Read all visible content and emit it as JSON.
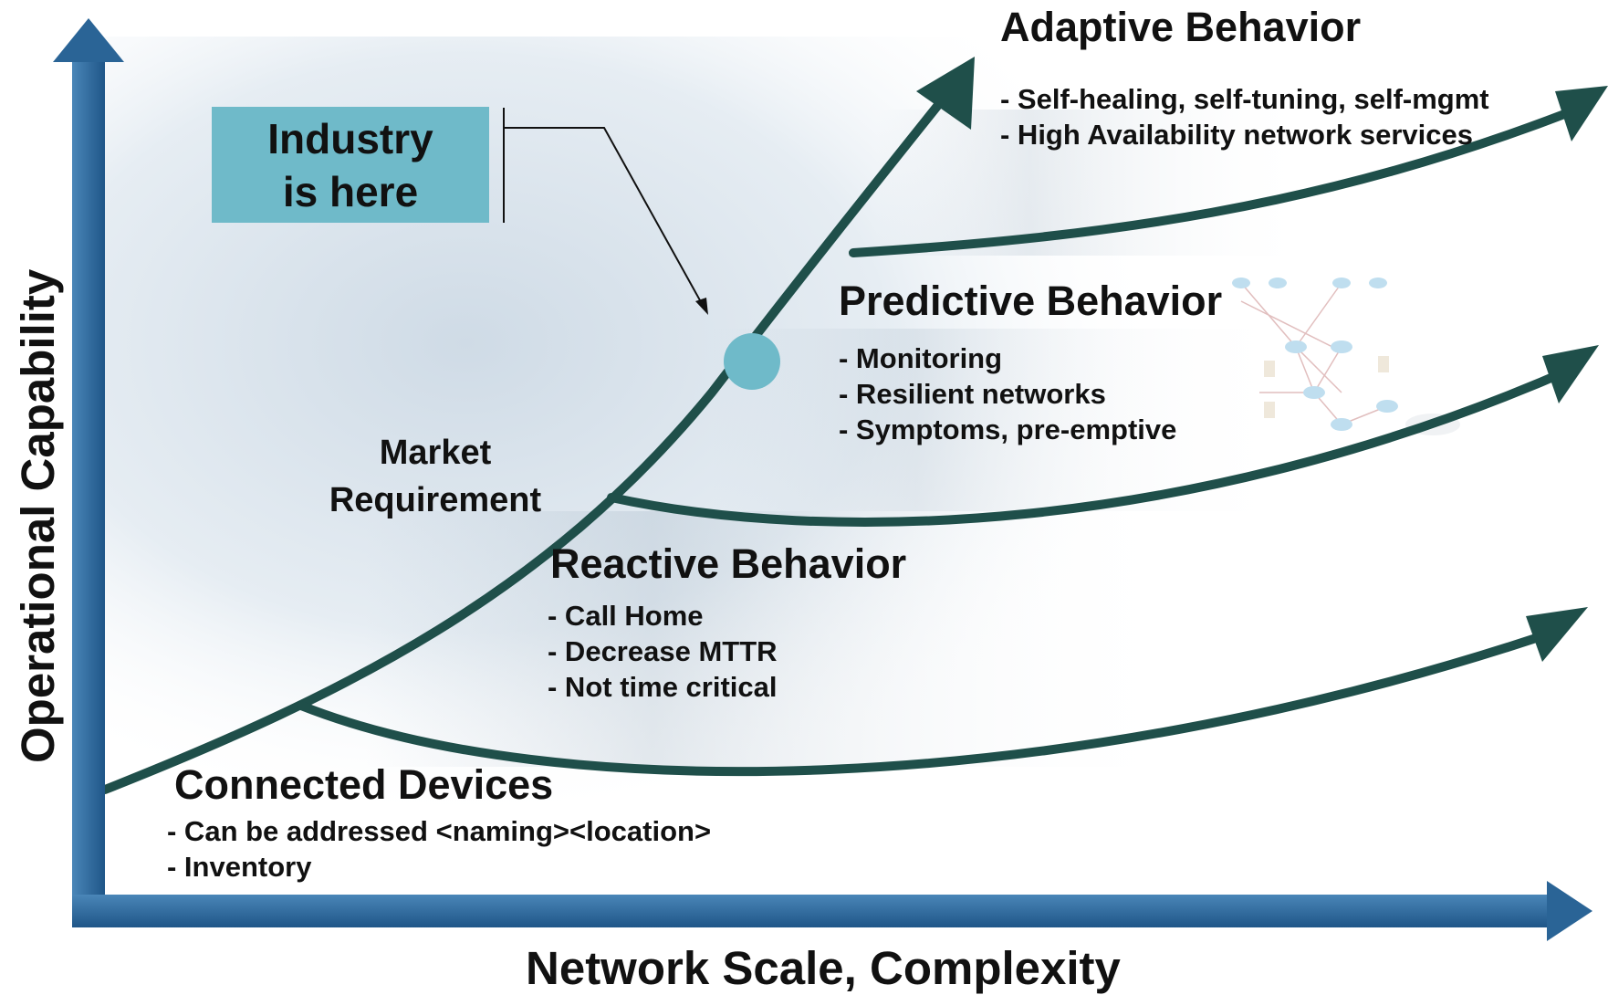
{
  "axes": {
    "y_label": "Operational Capability",
    "x_label": "Network Scale, Complexity"
  },
  "callout": {
    "line1": "Industry",
    "line2": "is here"
  },
  "market_requirement": {
    "line1": "Market",
    "line2": "Requirement"
  },
  "stages": {
    "adaptive": {
      "title": "Adaptive Behavior",
      "items": [
        "- Self-healing, self-tuning, self-mgmt",
        "- High Availability network services"
      ]
    },
    "predictive": {
      "title": "Predictive Behavior",
      "items": [
        "- Monitoring",
        "- Resilient networks",
        "- Symptoms, pre-emptive"
      ]
    },
    "reactive": {
      "title": "Reactive Behavior",
      "items": [
        "- Call Home",
        "- Decrease MTTR",
        "- Not time critical"
      ]
    },
    "connected": {
      "title": "Connected Devices",
      "items": [
        "- Can be addressed <naming><location>",
        "- Inventory"
      ]
    }
  },
  "colors": {
    "axis_blue": "#2a6496",
    "curve_green": "#1f4f4a",
    "callout_fill": "#6fbac9",
    "marker_dot": "#6fbac9",
    "background_wash": "#dfe7ee"
  }
}
